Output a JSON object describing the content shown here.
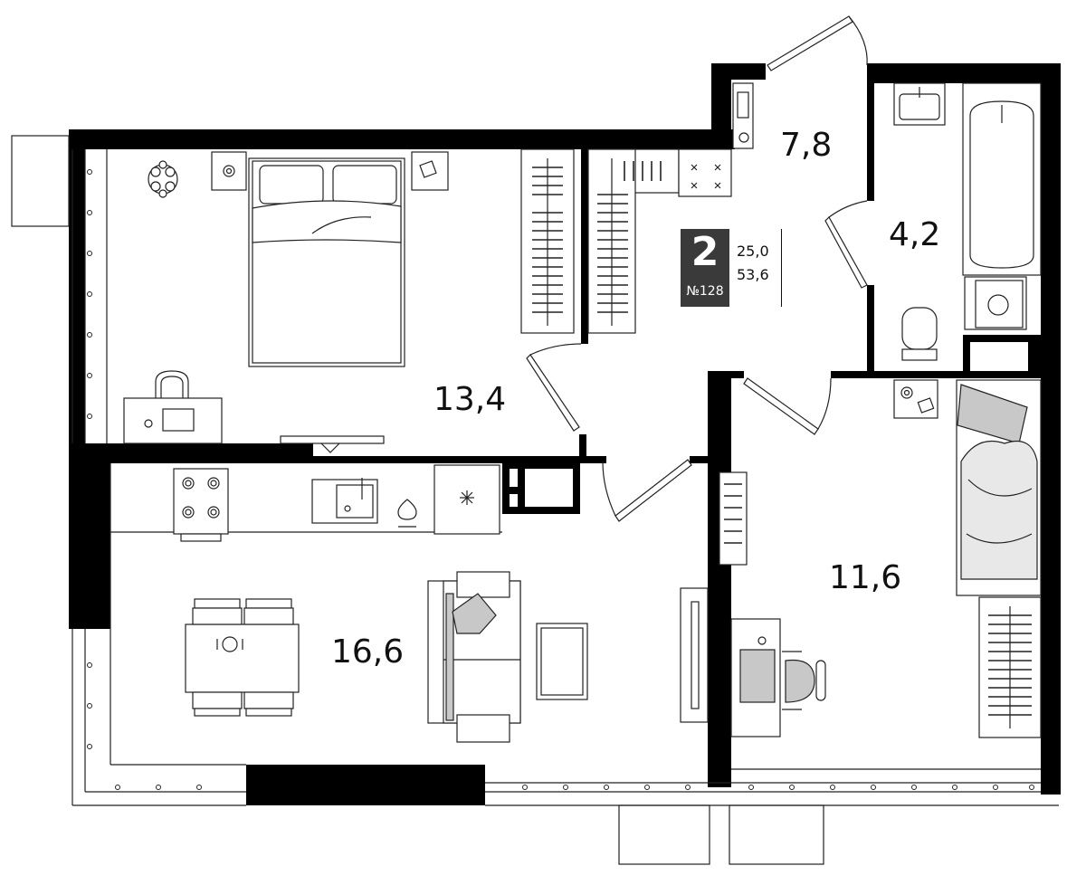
{
  "apartment": {
    "rooms_count": "2",
    "number": "№128",
    "living_area": "25,0",
    "total_area": "53,6"
  },
  "rooms": [
    {
      "id": "bedroom",
      "area": "13,4"
    },
    {
      "id": "hallway",
      "area": "7,8"
    },
    {
      "id": "bathroom",
      "area": "4,2"
    },
    {
      "id": "kitchen-living",
      "area": "16,6"
    },
    {
      "id": "second-bedroom",
      "area": "11,6"
    }
  ],
  "colors": {
    "wall": "#000000",
    "line": "#222222",
    "fill_gray": "#c8c8c8",
    "badge": "#3a3a3a"
  }
}
